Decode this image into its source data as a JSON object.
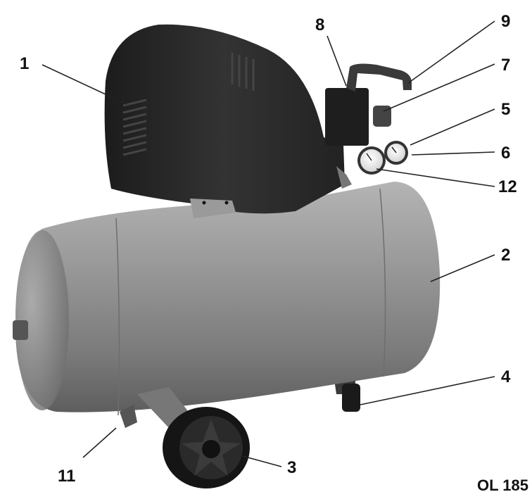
{
  "labels": {
    "l1": "1",
    "l2": "2",
    "l3": "3",
    "l4": "4",
    "l5": "5",
    "l6": "6",
    "l7": "7",
    "l8": "8",
    "l9": "9",
    "l11": "11",
    "l12": "12"
  },
  "model_code": "OL 185",
  "colors": {
    "tank": "#8c8c8c",
    "housing": "#2b2b2b",
    "background": "#ffffff"
  }
}
